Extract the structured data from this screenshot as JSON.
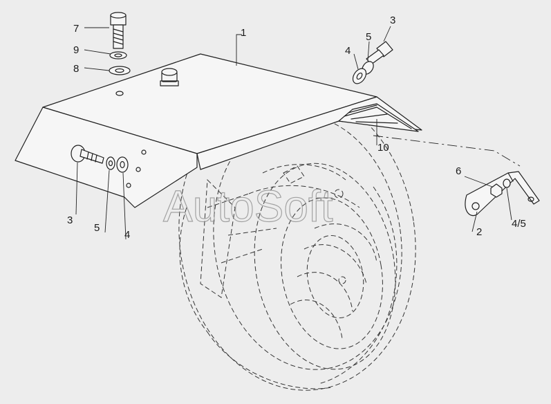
{
  "watermark": "AutoSoft",
  "callouts": {
    "c1": "1",
    "c2": "2",
    "c3_top": "3",
    "c3_left": "3",
    "c4_top": "4",
    "c4_left": "4",
    "c45": "4/5",
    "c5_top": "5",
    "c5_left": "5",
    "c6": "6",
    "c7": "7",
    "c8": "8",
    "c9": "9",
    "c10": "10"
  }
}
